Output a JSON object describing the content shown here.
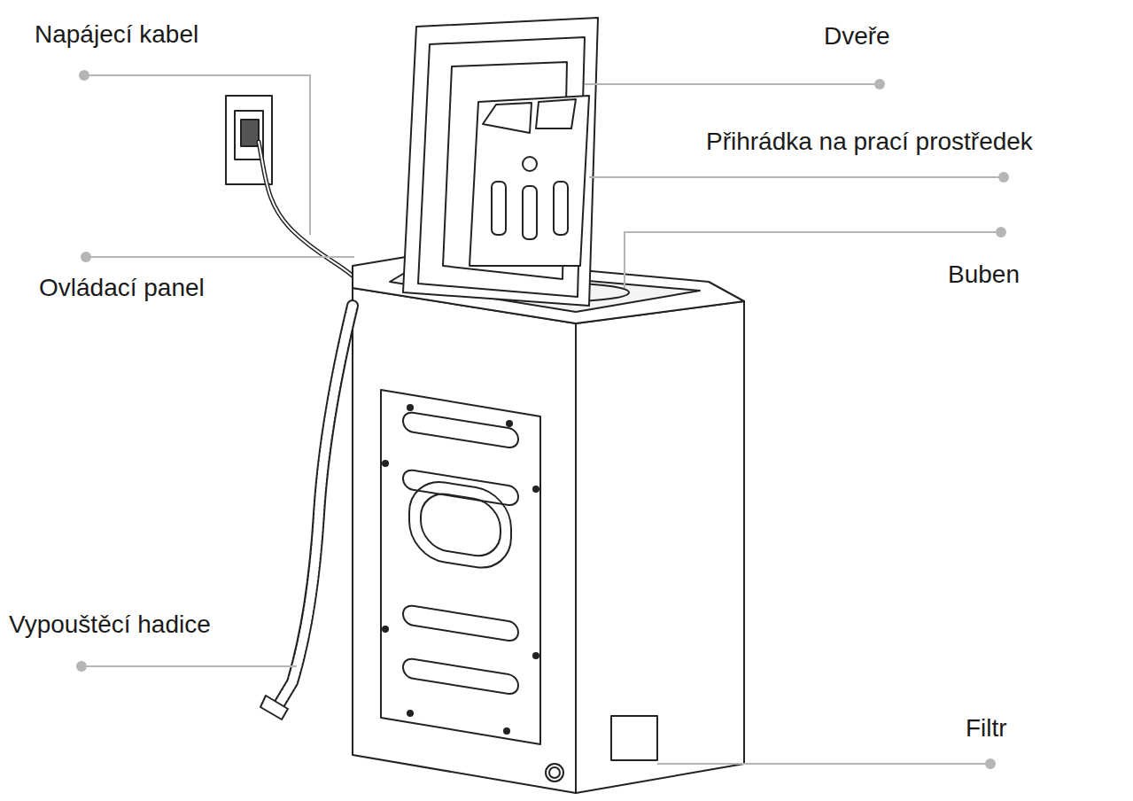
{
  "diagram": {
    "labels": [
      "Napájecí kabel",
      "Dveře",
      "Přihrádka na prací prostředek",
      "Ovládací panel",
      "Buben",
      "Vypouštěcí hadice",
      "Filtr"
    ]
  }
}
